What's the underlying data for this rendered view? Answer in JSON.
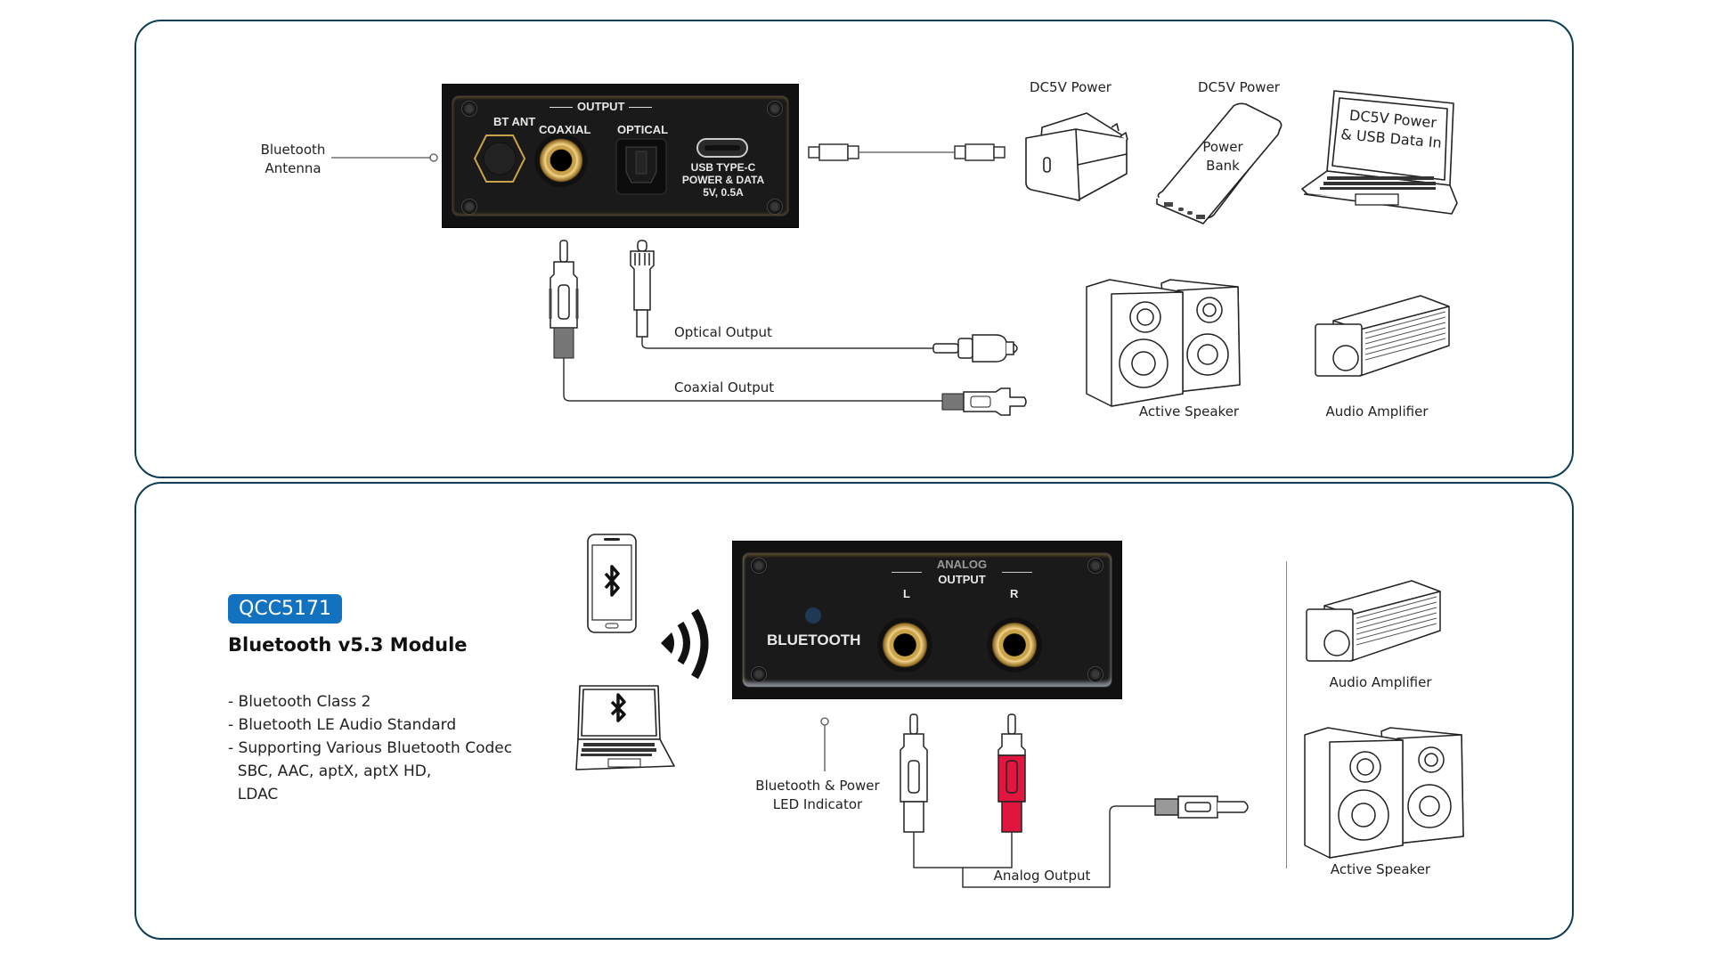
{
  "top_section": {
    "antenna_label": [
      "Bluetooth",
      "Antenna"
    ],
    "panel": {
      "output_heading": "OUTPUT",
      "bt_ant": "BT ANT",
      "coaxial": "COAXIAL",
      "optical": "OPTICAL",
      "usb": [
        "USB TYPE-C",
        "POWER & DATA",
        "5V, 0.5A"
      ]
    },
    "power_sources": [
      {
        "label": "DC5V Power",
        "device": "wall-charger"
      },
      {
        "label": "DC5V Power",
        "device": "power-bank",
        "inner_text": [
          "Power",
          "Bank"
        ]
      },
      {
        "label": "",
        "device": "laptop",
        "inner_text": [
          "DC5V Power",
          "& USB Data In"
        ]
      }
    ],
    "cables": {
      "optical": "Optical Output",
      "coaxial": "Coaxial Output"
    },
    "sinks": [
      {
        "label": "Active Speaker"
      },
      {
        "label": "Audio Amplifier"
      }
    ]
  },
  "bottom_section": {
    "chip_badge": "QCC5171",
    "title": "Bluetooth v5.3 Module",
    "features": [
      "- Bluetooth Class 2",
      "- Bluetooth LE Audio Standard",
      "- Supporting Various Bluetooth Codec",
      "  SBC, AAC, aptX, aptX HD,",
      "  LDAC"
    ],
    "panel": {
      "analog_heading": [
        "ANALOG",
        "OUTPUT"
      ],
      "left": "L",
      "right": "R",
      "bluetooth": "BLUETOOTH"
    },
    "led_label": [
      "Bluetooth & Power",
      "LED Indicator"
    ],
    "cable_label": "Analog Output",
    "sinks": [
      {
        "label": "Audio Amplifier"
      },
      {
        "label": "Active Speaker"
      }
    ],
    "colors": {
      "badge": "#1272c0",
      "red_plug": "#e0163e",
      "led": "#1e3a55"
    }
  },
  "colors": {
    "card_border": "#0d3d52",
    "panel_bg": "#111111",
    "gold": "#c9a24a"
  }
}
